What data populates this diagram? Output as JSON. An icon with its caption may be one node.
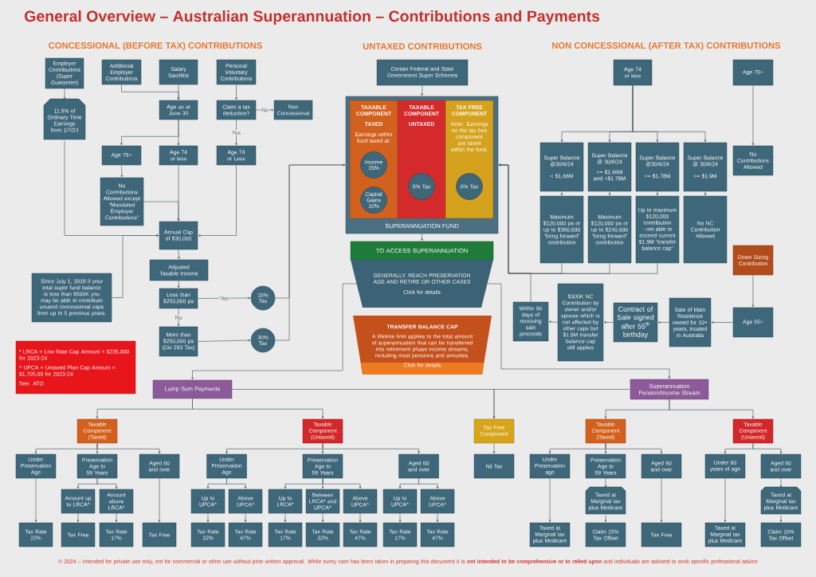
{
  "diagram": {
    "title": "General Overview – Australian Superannuation – Contributions and Payments",
    "nodes": [
      {
        "text": [
          "Employer Contributions (Super Guarantee)"
        ]
      },
      {
        "text": [
          "Additional Employer Contributions"
        ]
      },
      {
        "text": [
          "Salary Sacrifice"
        ]
      },
      {
        "text": [
          "Personal Voluntary Contributions"
        ]
      },
      {
        "text": [
          "11.5% of Ordinary Time Earnings from 1/7/24"
        ]
      },
      {
        "text": [
          "Age as at June 30"
        ]
      },
      {
        "text": [
          "Claim a tax deduction?"
        ]
      },
      {
        "text": [
          "Non Concessional"
        ]
      },
      {
        "text": [
          "Age 75+"
        ]
      },
      {
        "text": [
          "Age 74 or less"
        ]
      },
      {
        "text": [
          "Age 74 or Less"
        ]
      },
      {
        "text": [
          "No Contributions Allowed except “Mandated Employer Contributions”"
        ]
      },
      {
        "text": [
          "Annual Cap of $30,000"
        ]
      },
      {
        "text": [
          "Since July 1, 2018 if your total super fund balance is less than $500K you may be able to contribute unused concessional caps from up to 5 previous years."
        ]
      },
      {
        "text": [
          "Adjusted Taxable Income"
        ]
      },
      {
        "text": [
          "Less than $250,000 pa"
        ]
      },
      {
        "text": [
          "15% Tax"
        ]
      },
      {
        "text": [
          "More than $250,000 pa (Div 293 Tax)"
        ]
      },
      {
        "text": [
          "30% Tax"
        ]
      },
      {
        "text": [
          "* LRCA = Low Rate Cap Amount = $235,000 for 2023-24",
          "^ UPCA = Untaxed Plan Cap Amount = $1,705,00 for 2023-24",
          "See: ATO"
        ]
      },
      {
        "text": [
          "Certain Federal and State Government Super Schemes"
        ]
      },
      {
        "text": [
          "SUPERANNUATION FUND"
        ]
      },
      {
        "text": [
          "TAXABLE COMPONENT",
          "TAXED",
          "Earnings within fund taxed at:"
        ],
        "in": 21
      },
      {
        "text": [
          "Income 15%"
        ],
        "in": 22
      },
      {
        "text": [
          "Capital Gains 10%"
        ],
        "in": 22
      },
      {
        "text": [
          "TAXABLE COMPONENT",
          "UNTAXED"
        ],
        "in": 21
      },
      {
        "text": [
          "0% Tax"
        ],
        "in": 25
      },
      {
        "text": [
          "TAX FREE COMPONENT",
          "Note: Earnings on the tax free component are taxed within the fund."
        ],
        "in": 21
      },
      {
        "text": [
          "0% Tax"
        ],
        "in": 27
      },
      {
        "text": [
          "TO ACCESS SUPERANNUATION"
        ]
      },
      {
        "text": [
          "GENERALLY, REACH PRESERVATION AGE AND RETIRE OR OTHER CASES",
          "Click for details"
        ]
      },
      {
        "text": [
          "TRANSFER BALANCE CAP",
          "A lifetime limit applies to the total amount of superannuation that can be transferred into retirement phase income streams, including most pensions and annuities.",
          "Click for details"
        ]
      },
      {
        "text": [
          "Age 74 or less"
        ]
      },
      {
        "text": [
          "Age 75+"
        ]
      },
      {
        "text": [
          "Super Balance @30/6/24",
          "< $1.66M"
        ]
      },
      {
        "text": [
          "Super Balance @ 30/6/24",
          ">= $1.66M and <$1.78M"
        ]
      },
      {
        "text": [
          "Super Balance @30/6/24",
          ">= $1.78M"
        ]
      },
      {
        "text": [
          "Super Balance @ 30/6/24",
          ">= $1.9M"
        ]
      },
      {
        "text": [
          "No Contributions Allowed"
        ]
      },
      {
        "text": [
          "Maximum $120,000 pa or up to $360,000 “bring forward” contribution"
        ]
      },
      {
        "text": [
          "Maximum $120,000 pa or up to $240,000 “bring forward” contribution"
        ]
      },
      {
        "text": [
          "Up to maximum $120,000 contribution - not able to exceed current $1.9M “transfer balance cap”"
        ]
      },
      {
        "text": [
          "No NC Contribution Allowed"
        ]
      },
      {
        "text": [
          "Down Sizing Contribution"
        ]
      },
      {
        "text": [
          "Age 55+"
        ]
      },
      {
        "text": [
          "Sale of Main Residence owned for 10+ years, located in Australia"
        ]
      },
      {
        "text": [
          "Contract of Sale signed after 55$^{th}$ birthday"
        ]
      },
      {
        "text": [
          "$300K NC Contribution by owner and/or spouse which is not affected by other caps but $1.9M transfer balance cap still applies"
        ]
      },
      {
        "text": [
          "Within 90 days of receiving sale proceeds"
        ]
      },
      {
        "text": [
          "Lump Sum Payments"
        ]
      },
      {
        "text": [
          "Superannuation Pension/Income Stream"
        ]
      },
      {
        "text": [
          "Taxable Component (Taxed)"
        ]
      },
      {
        "text": [
          "Taxable Component (Untaxed)"
        ]
      },
      {
        "text": [
          "Tax Free Component"
        ]
      },
      {
        "text": [
          "Taxable Component (Taxed)"
        ]
      },
      {
        "text": [
          "Taxable Component (Untaxed)"
        ]
      },
      {
        "text": [
          "Under Preservation Age"
        ]
      },
      {
        "text": [
          "Preservation Age to 59 Years"
        ]
      },
      {
        "text": [
          "Aged 60 and over"
        ]
      },
      {
        "text": [
          "Amount up to LRCA*"
        ]
      },
      {
        "text": [
          "Amount above LRCA*"
        ]
      },
      {
        "text": [
          "Tax Rate 22%"
        ]
      },
      {
        "text": [
          "Tax Free"
        ]
      },
      {
        "text": [
          "Tax Rate 17%"
        ]
      },
      {
        "text": [
          "Tax Free"
        ]
      },
      {
        "text": [
          "Under Preservation Age"
        ]
      },
      {
        "text": [
          "Preservation Age to 59 Years"
        ]
      },
      {
        "text": [
          "Aged 60 and over"
        ]
      },
      {
        "text": [
          "Up to UPCA^"
        ]
      },
      {
        "text": [
          "Above UPCA^"
        ]
      },
      {
        "text": [
          "Up to LRCA*"
        ]
      },
      {
        "text": [
          "Between LRCA* and UPCA^"
        ]
      },
      {
        "text": [
          "Above UPCA^"
        ]
      },
      {
        "text": [
          "Up to UPCA^"
        ]
      },
      {
        "text": [
          "Above UPCA^"
        ]
      },
      {
        "text": [
          "Tax Rate 32%"
        ]
      },
      {
        "text": [
          "Tax Rate 47%"
        ]
      },
      {
        "text": [
          "Tax Rate 17%"
        ]
      },
      {
        "text": [
          "Tax Rate 32%"
        ]
      },
      {
        "text": [
          "Tax Rate 47%"
        ]
      },
      {
        "text": [
          "Tax Rate 17%"
        ]
      },
      {
        "text": [
          "Tax Rate 47%"
        ]
      },
      {
        "text": [
          "Nil Tax"
        ]
      },
      {
        "text": [
          "Under Preservation age"
        ]
      },
      {
        "text": [
          "Preservation Age to 59 Years"
        ]
      },
      {
        "text": [
          "Aged 60 and over"
        ]
      },
      {
        "text": [
          "Taxed at Marginal tax plus Medicare"
        ]
      },
      {
        "text": [
          "Taxed at Marginal tax plus Medicare"
        ]
      },
      {
        "text": [
          "Claim 15% Tax Offset"
        ]
      },
      {
        "text": [
          "Tax Free"
        ]
      },
      {
        "text": [
          "Under 60 years of age"
        ]
      },
      {
        "text": [
          "Aged 60 and over"
        ]
      },
      {
        "text": [
          "Taxed at Marginal tax plus Medicare"
        ]
      },
      {
        "text": [
          "Taxed at Marginal tax plus Medicare"
        ]
      },
      {
        "text": [
          "Claim 10% Tax Offset"
        ]
      }
    ],
    "edges": [
      {
        "from": 0,
        "to": 4,
        "arrow": "to"
      },
      {
        "from": 4,
        "to": 12,
        "arrow": "to"
      },
      {
        "from": 1,
        "to": 5,
        "arrow": "to"
      },
      {
        "from": 2,
        "to": 5,
        "arrow": "to"
      },
      {
        "from": 3,
        "to": 6,
        "arrow": "to"
      },
      {
        "from": 6,
        "to": 7,
        "arrow": "to",
        "label": "No"
      },
      {
        "from": 6,
        "to": 10,
        "arrow": "to",
        "label": "Yes"
      },
      {
        "from": 5,
        "to": 8,
        "arrow": "to"
      },
      {
        "from": 5,
        "to": 9,
        "arrow": "to"
      },
      {
        "from": 8,
        "to": 11,
        "arrow": "to"
      },
      {
        "from": 11,
        "to": 12,
        "arrow": "to"
      },
      {
        "from": 9,
        "to": 12,
        "arrow": "to"
      },
      {
        "from": 10,
        "to": 12,
        "arrow": "to"
      },
      {
        "from": 13,
        "to": 12,
        "arrow": "to"
      },
      {
        "from": 12,
        "to": 14,
        "arrow": "to"
      },
      {
        "from": 14,
        "to": 15,
        "arrow": "to"
      },
      {
        "from": 15,
        "to": 16,
        "arrow": "to",
        "label": "Yes"
      },
      {
        "from": 15,
        "to": 17,
        "arrow": "to",
        "label": "No"
      },
      {
        "from": 17,
        "to": 18,
        "arrow": "to"
      },
      {
        "from": 16,
        "to": 21,
        "arrow": "to"
      },
      {
        "from": 18,
        "to": 21,
        "arrow": "to"
      },
      {
        "from": 20,
        "to": 21,
        "arrow": "to"
      },
      {
        "from": 21,
        "to": 29,
        "arrow": "to"
      },
      {
        "from": 32,
        "to": 34,
        "arrow": "to"
      },
      {
        "from": 32,
        "to": 35,
        "arrow": "to"
      },
      {
        "from": 32,
        "to": 36,
        "arrow": "to"
      },
      {
        "from": 32,
        "to": 37,
        "arrow": "to"
      },
      {
        "from": 33,
        "to": 38,
        "arrow": "to"
      },
      {
        "from": 34,
        "to": 39,
        "arrow": "to"
      },
      {
        "from": 35,
        "to": 40,
        "arrow": "to"
      },
      {
        "from": 36,
        "to": 41,
        "arrow": "to"
      },
      {
        "from": 37,
        "to": 42,
        "arrow": "to"
      },
      {
        "from": 39,
        "to": 21,
        "arrow": "to"
      },
      {
        "from": 40,
        "to": 21,
        "arrow": "to"
      },
      {
        "from": 41,
        "to": 21,
        "arrow": "to"
      },
      {
        "from": 43,
        "to": 44,
        "arrow": "to"
      },
      {
        "from": 44,
        "to": 45,
        "arrow": "to"
      },
      {
        "from": 45,
        "to": 46,
        "arrow": "to"
      },
      {
        "from": 46,
        "to": 47,
        "arrow": "to"
      },
      {
        "from": 47,
        "to": 48,
        "arrow": "to"
      },
      {
        "from": 48,
        "to": 21,
        "arrow": "to"
      },
      {
        "from": 30,
        "to": 49,
        "arrow": "to"
      },
      {
        "from": 30,
        "to": 50,
        "arrow": "to"
      },
      {
        "from": 49,
        "to": 51,
        "arrow": "to"
      },
      {
        "from": 49,
        "to": 52,
        "arrow": "to"
      },
      {
        "from": 49,
        "to": 53,
        "arrow": "to"
      },
      {
        "from": 50,
        "to": 53,
        "arrow": "to"
      },
      {
        "from": 50,
        "to": 54,
        "arrow": "to"
      },
      {
        "from": 50,
        "to": 55,
        "arrow": "to"
      },
      {
        "from": 51,
        "to": 56,
        "arrow": "to"
      },
      {
        "from": 51,
        "to": 57,
        "arrow": "to"
      },
      {
        "from": 51,
        "to": 58,
        "arrow": "to"
      },
      {
        "from": 56,
        "to": 61,
        "arrow": "to"
      },
      {
        "from": 57,
        "to": 59,
        "arrow": "to"
      },
      {
        "from": 57,
        "to": 60,
        "arrow": "to"
      },
      {
        "from": 59,
        "to": 62,
        "arrow": "to"
      },
      {
        "from": 60,
        "to": 63,
        "arrow": "to"
      },
      {
        "from": 58,
        "to": 64,
        "arrow": "to"
      },
      {
        "from": 52,
        "to": 65,
        "arrow": "to"
      },
      {
        "from": 52,
        "to": 66,
        "arrow": "to"
      },
      {
        "from": 52,
        "to": 67,
        "arrow": "to"
      },
      {
        "from": 65,
        "to": 68,
        "arrow": "to"
      },
      {
        "from": 65,
        "to": 69,
        "arrow": "to"
      },
      {
        "from": 66,
        "to": 70,
        "arrow": "to"
      },
      {
        "from": 66,
        "to": 71,
        "arrow": "to"
      },
      {
        "from": 66,
        "to": 72,
        "arrow": "to"
      },
      {
        "from": 67,
        "to": 73,
        "arrow": "to"
      },
      {
        "from": 67,
        "to": 74,
        "arrow": "to"
      },
      {
        "from": 68,
        "to": 75,
        "arrow": "to"
      },
      {
        "from": 69,
        "to": 76,
        "arrow": "to"
      },
      {
        "from": 70,
        "to": 77,
        "arrow": "to"
      },
      {
        "from": 71,
        "to": 78,
        "arrow": "to"
      },
      {
        "from": 72,
        "to": 79,
        "arrow": "to"
      },
      {
        "from": 73,
        "to": 80,
        "arrow": "to"
      },
      {
        "from": 74,
        "to": 81,
        "arrow": "to"
      },
      {
        "from": 53,
        "to": 82,
        "arrow": "to"
      },
      {
        "from": 54,
        "to": 83,
        "arrow": "to"
      },
      {
        "from": 54,
        "to": 84,
        "arrow": "to"
      },
      {
        "from": 54,
        "to": 85,
        "arrow": "to"
      },
      {
        "from": 83,
        "to": 87,
        "arrow": "to"
      },
      {
        "from": 84,
        "to": 86,
        "arrow": "to"
      },
      {
        "from": 86,
        "to": 88,
        "arrow": "to"
      },
      {
        "from": 85,
        "to": 89,
        "arrow": "to"
      },
      {
        "from": 55,
        "to": 90,
        "arrow": "to"
      },
      {
        "from": 55,
        "to": 91,
        "arrow": "to"
      },
      {
        "from": 90,
        "to": 93,
        "arrow": "to"
      },
      {
        "from": 91,
        "to": 92,
        "arrow": "to"
      },
      {
        "from": 92,
        "to": 94,
        "arrow": "to"
      }
    ],
    "labels": [
      "CONCESSIONAL (BEFORE TAX) CONTRIBUTIONS",
      "UNTAXED CONTRIBUTIONS",
      "NON CONCESSIONAL (AFTER TAX) CONTRIBUTIONS",
      "© 2024 – Intended for private use only, not for commercial or other use without prior written approval. While every care has been taken in preparing this document it is **not intended to be comprehensive or to relied upon** and individuals are advised to seek specific professional advice"
    ]
  }
}
